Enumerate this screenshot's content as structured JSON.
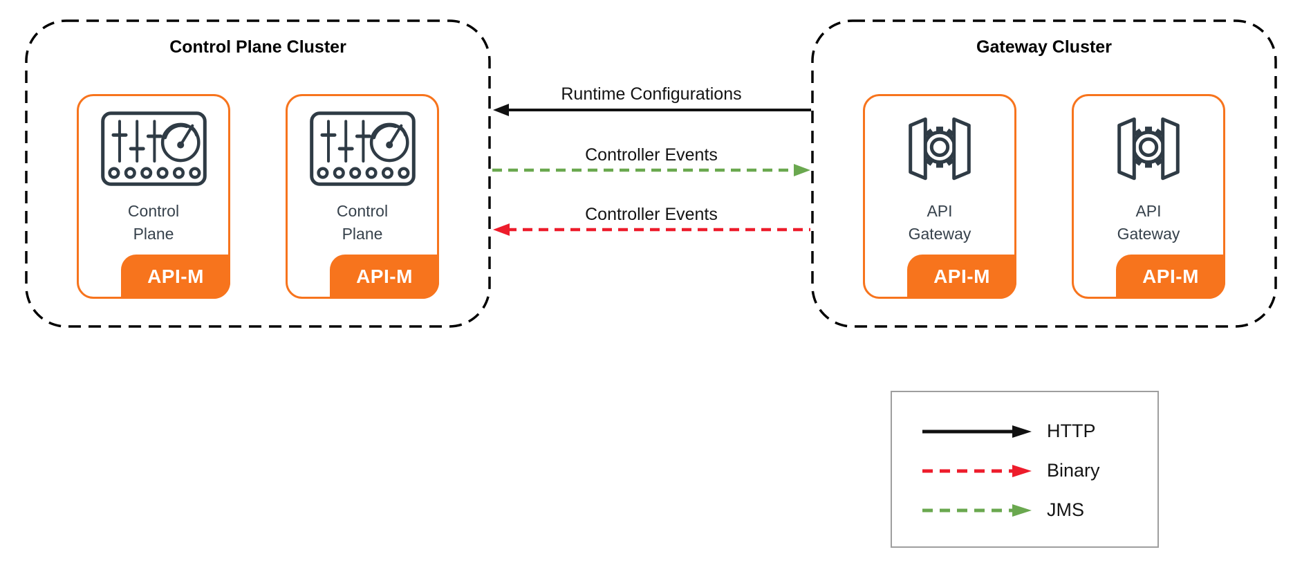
{
  "colors": {
    "orange": "#f7741d",
    "ink": "#2f3b45",
    "label": "#37424c",
    "black": "#111111",
    "red": "#ed1c2b",
    "green": "#6aa84f",
    "legend_border": "#9e9e9e"
  },
  "diagram": {
    "clusters": [
      {
        "title": "Control Plane Cluster",
        "nodes": [
          {
            "label": "Control\nPlane",
            "badge": "API-M",
            "icon": "control-panel"
          },
          {
            "label": "Control\nPlane",
            "badge": "API-M",
            "icon": "control-panel"
          }
        ]
      },
      {
        "title": "Gateway Cluster",
        "nodes": [
          {
            "label": "API\nGateway",
            "badge": "API-M",
            "icon": "api-gateway"
          },
          {
            "label": "API\nGateway",
            "badge": "API-M",
            "icon": "api-gateway"
          }
        ]
      }
    ],
    "connections": [
      {
        "label": "Runtime Configurations",
        "protocol": "HTTP",
        "style": "solid",
        "direction": "to-control-plane"
      },
      {
        "label": "Controller Events",
        "protocol": "JMS",
        "style": "dashed",
        "direction": "to-gateway"
      },
      {
        "label": "Controller Events",
        "protocol": "Binary",
        "style": "dashed",
        "direction": "to-control-plane"
      }
    ],
    "legend": {
      "items": [
        {
          "label": "HTTP",
          "style": "solid",
          "color_key": "black"
        },
        {
          "label": "Binary",
          "style": "dashed",
          "color_key": "red"
        },
        {
          "label": "JMS",
          "style": "dashed",
          "color_key": "green"
        }
      ]
    }
  }
}
